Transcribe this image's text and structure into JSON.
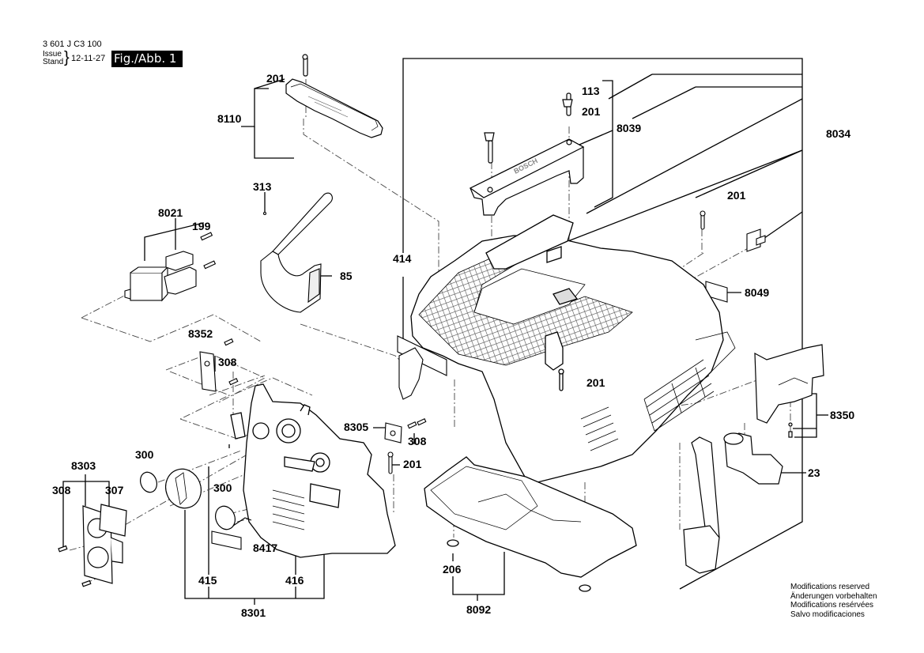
{
  "header": {
    "doc_code": "3 601 J C3 100",
    "issue_label": "Issue",
    "stand_label": "Stand",
    "brace": "}",
    "date": "12-11-27",
    "figure_label": "Fig./Abb. 1"
  },
  "parts": {
    "p201_top": "201",
    "p8110": "8110",
    "p113": "113",
    "p201_handle": "201",
    "p8039": "8039",
    "p8034": "8034",
    "p201_right": "201",
    "p8049": "8049",
    "p313": "313",
    "p8021": "8021",
    "p199": "199",
    "p85": "85",
    "p414": "414",
    "p8352": "8352",
    "p308_a": "308",
    "p201_mid": "201",
    "p8350": "8350",
    "p8305": "8305",
    "p308_b": "308",
    "p201_low": "201",
    "p23": "23",
    "p300_a": "300",
    "p8303": "8303",
    "p308_c": "308",
    "p307": "307",
    "p300_b": "300",
    "p8417": "8417",
    "p206": "206",
    "p415": "415",
    "p416": "416",
    "p8301": "8301",
    "p8092": "8092"
  },
  "footer_notes": [
    "Modifications reserved",
    "Änderungen vorbehalten",
    "Modifications resérvées",
    "Salvo modificaciones"
  ],
  "colors": {
    "line": "#000000",
    "dash": "#555555",
    "grid": "#6a6a6a",
    "fill": "#ffffff"
  }
}
